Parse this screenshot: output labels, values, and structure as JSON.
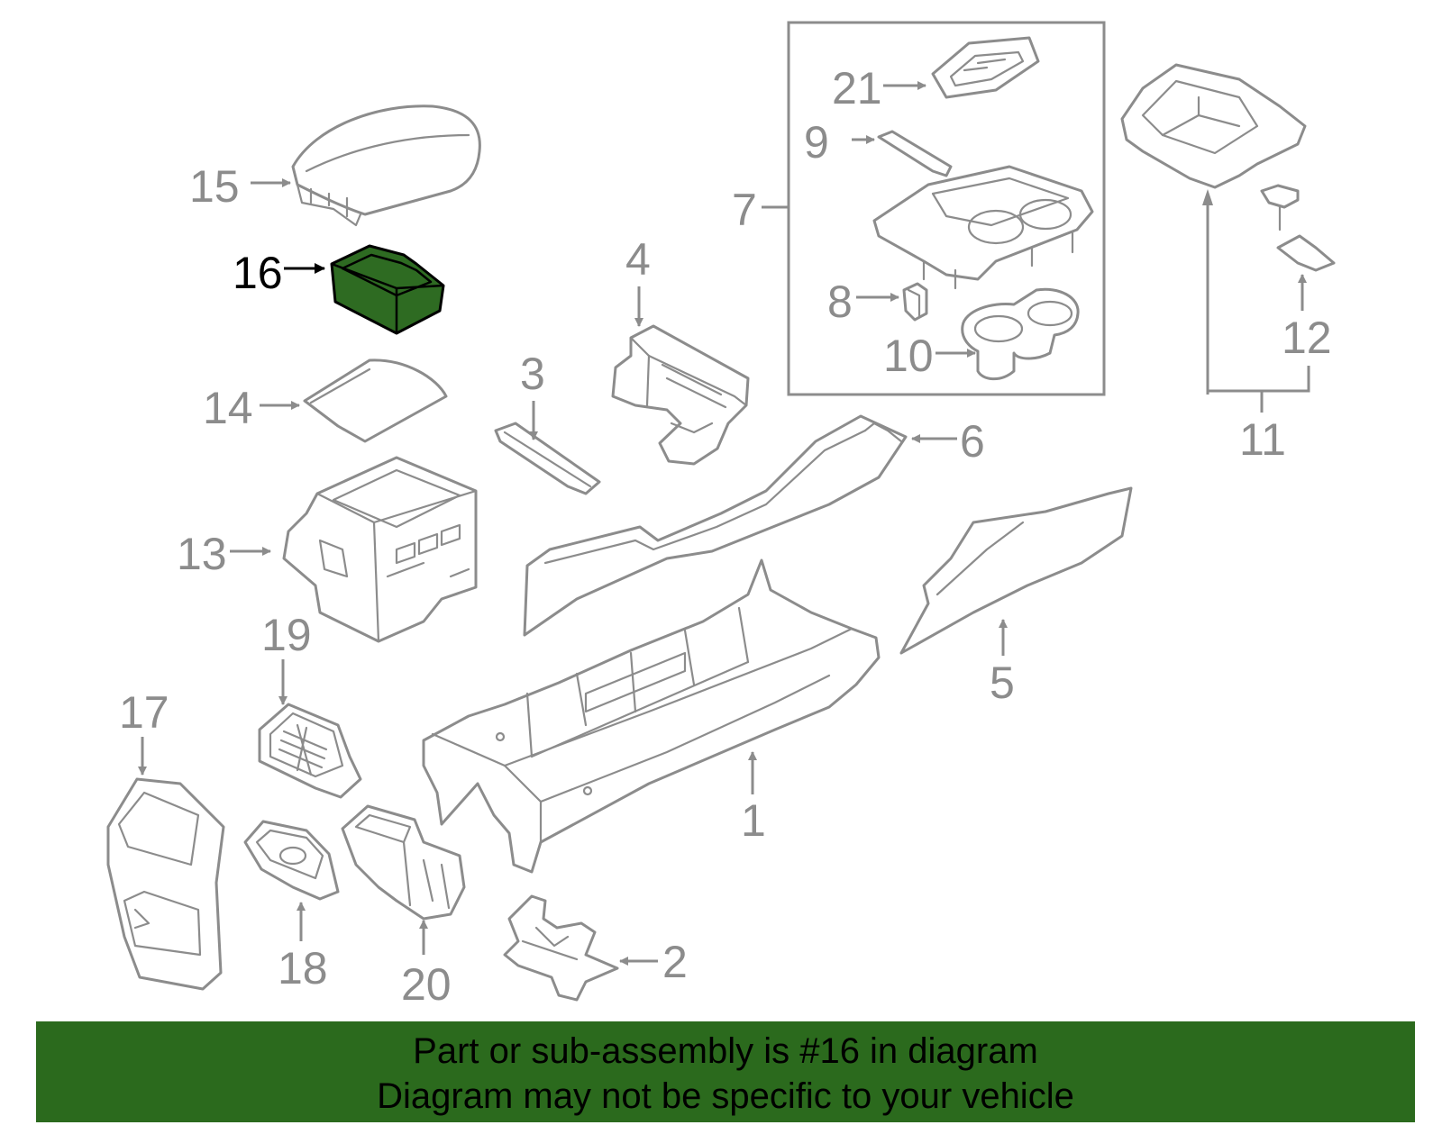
{
  "diagram": {
    "highlighted_part": "16",
    "highlight_color": "#2e6b22",
    "line_color": "#8c8c8c",
    "callouts": {
      "p1": "1",
      "p2": "2",
      "p3": "3",
      "p4": "4",
      "p5": "5",
      "p6": "6",
      "p7": "7",
      "p8": "8",
      "p9": "9",
      "p10": "10",
      "p11": "11",
      "p12": "12",
      "p13": "13",
      "p14": "14",
      "p15": "15",
      "p16": "16",
      "p17": "17",
      "p18": "18",
      "p19": "19",
      "p20": "20",
      "p21": "21"
    }
  },
  "banner": {
    "line1": "Part or sub-assembly is #16 in diagram",
    "line2": "Diagram may not be specific to your vehicle",
    "background": "#2b6a1d"
  }
}
